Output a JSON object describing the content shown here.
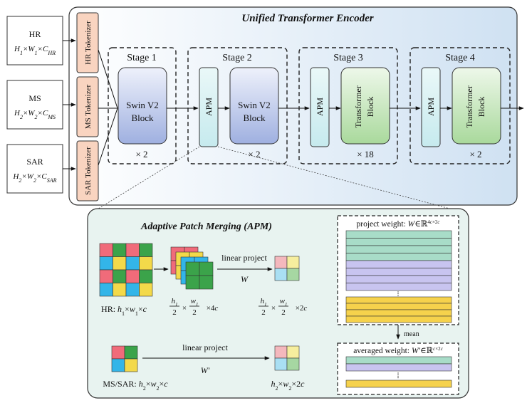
{
  "encoder": {
    "title": "Unified Transformer Encoder",
    "inputs": [
      {
        "name": "HR",
        "dims_html": "H<tspan baseline-shift='sub' font-size='8'>1</tspan>×W<tspan baseline-shift='sub' font-size='8'>1</tspan>×C<tspan baseline-shift='sub' font-size='8'>HR</tspan>",
        "dims": "H1×W1×CHR"
      },
      {
        "name": "MS",
        "dims": "H2×W2×CMS"
      },
      {
        "name": "SAR",
        "dims": "H2×W2×CSAR"
      }
    ],
    "tokenizers": [
      "HR Tokenizer",
      "MS Tokenizer",
      "SAR Tokenizer"
    ],
    "stages": [
      {
        "label": "Stage 1",
        "block": [
          "Swin V2",
          "Block"
        ],
        "repeat": "× 2"
      },
      {
        "label": "Stage 2",
        "apm": "APM",
        "block": [
          "Swin V2",
          "Block"
        ],
        "repeat": "× 2"
      },
      {
        "label": "Stage 3",
        "apm": "APM",
        "block": [
          "Transformer",
          "Block"
        ],
        "repeat": "× 18"
      },
      {
        "label": "Stage 4",
        "apm": "APM",
        "block": [
          "Transformer",
          "Block"
        ],
        "repeat": "× 2"
      }
    ]
  },
  "apm_detail": {
    "title": "Adaptive Patch Merging (APM)",
    "hr_label": "HR: h1×w1×c",
    "mid_label": "h1/2 × w1/2 ×4c",
    "out_label": "h1/2 × w1/2 ×2c",
    "linear_project": "linear project",
    "W": "W",
    "W_prime": "W′",
    "mssar_label": "MS/SAR: h2×w2×c",
    "mssar_out_label": "h2×w2×2c",
    "project_weight": "project weight: W∈ℝ4c×2c",
    "mean": "mean",
    "averaged_weight": "averaged weight: W′∈ℝc×2c"
  },
  "colors": {
    "encoder_bg_left": "#ffffff",
    "encoder_bg_right": "#d4e4f3",
    "apm_panel_bg": "#e8f3f0",
    "tokenizer": "#f9d4c0",
    "swin": "#a9b9e3",
    "apm_block": "#d2eef0",
    "transformer": "#bfe3b4",
    "grid_red": "#f06b7a",
    "grid_green": "#3ba34a",
    "grid_blue": "#33b5e8",
    "grid_yellow": "#f3d94a",
    "weight_green": "#a8dcc8",
    "weight_purple": "#c8c4f0",
    "weight_yellow": "#f6d24c"
  }
}
